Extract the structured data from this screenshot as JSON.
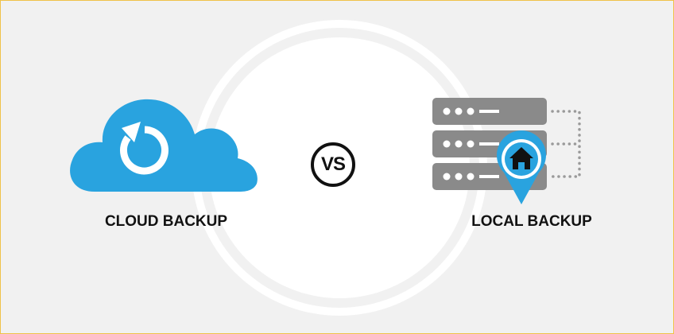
{
  "vs": {
    "text": "VS"
  },
  "cloud": {
    "title": "CLOUD BACKUP",
    "icon": "cloud-refresh-icon",
    "color": "#29a3df"
  },
  "local": {
    "title": "LOCAL BACKUP",
    "icon": "server-stack-icon",
    "server_color": "#8a8a8a",
    "pin_color": "#29a3df",
    "pin_icon": "home-icon"
  }
}
